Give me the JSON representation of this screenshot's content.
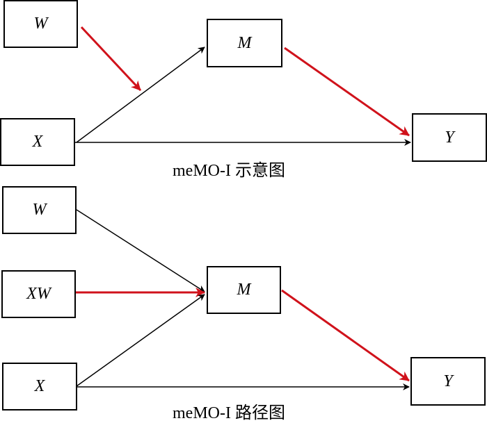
{
  "colors": {
    "moderation_path": "#d0121b",
    "normal_path": "#000000"
  },
  "diagrams": [
    {
      "caption": "meMO-I 示意图",
      "nodes": {
        "W": "W",
        "X": "X",
        "M": "M",
        "Y": "Y"
      },
      "edges": [
        {
          "from": "W",
          "to": "X→M path",
          "highlight": true
        },
        {
          "from": "X",
          "to": "M",
          "highlight": false
        },
        {
          "from": "M",
          "to": "Y",
          "highlight": true
        },
        {
          "from": "X",
          "to": "Y",
          "highlight": false
        }
      ]
    },
    {
      "caption": "meMO-I 路径图",
      "nodes": {
        "W": "W",
        "XW": "XW",
        "X": "X",
        "M": "M",
        "Y": "Y"
      },
      "edges": [
        {
          "from": "W",
          "to": "M",
          "highlight": false
        },
        {
          "from": "XW",
          "to": "M",
          "highlight": true
        },
        {
          "from": "X",
          "to": "M",
          "highlight": false
        },
        {
          "from": "M",
          "to": "Y",
          "highlight": true
        },
        {
          "from": "X",
          "to": "Y",
          "highlight": false
        }
      ]
    }
  ]
}
